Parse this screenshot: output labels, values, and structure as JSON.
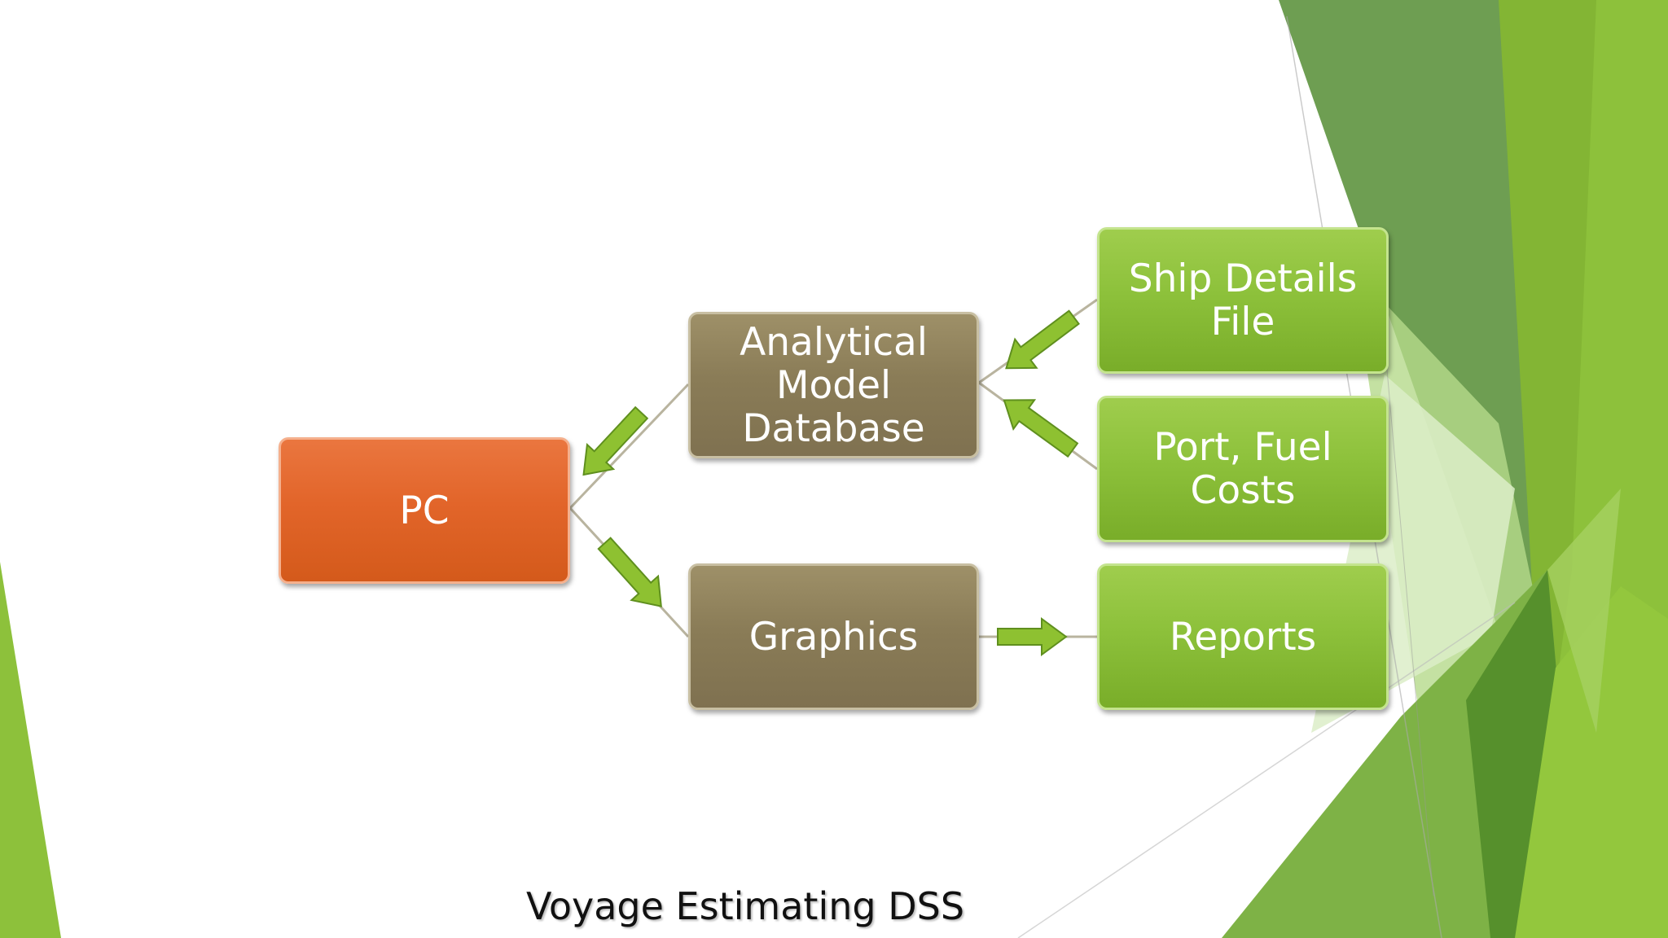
{
  "diagram": {
    "nodes": {
      "pc": "PC",
      "analytical_model_database": "Analytical\nModel\nDatabase",
      "graphics": "Graphics",
      "ship_details_file": "Ship Details\nFile",
      "port_fuel_costs": "Port, Fuel\nCosts",
      "reports": "Reports"
    },
    "edges": [
      {
        "from": "analytical_model_database",
        "to": "pc"
      },
      {
        "from": "pc",
        "to": "graphics"
      },
      {
        "from": "ship_details_file",
        "to": "analytical_model_database"
      },
      {
        "from": "port_fuel_costs",
        "to": "analytical_model_database"
      },
      {
        "from": "graphics",
        "to": "reports"
      }
    ]
  },
  "caption": "Voyage Estimating DSS",
  "colors": {
    "accent_green": "#8dc13b",
    "node_orange": "#e2652a",
    "node_olive": "#8a7c57",
    "arrow_green": "#8ec131",
    "connector": "#b9b49f"
  }
}
